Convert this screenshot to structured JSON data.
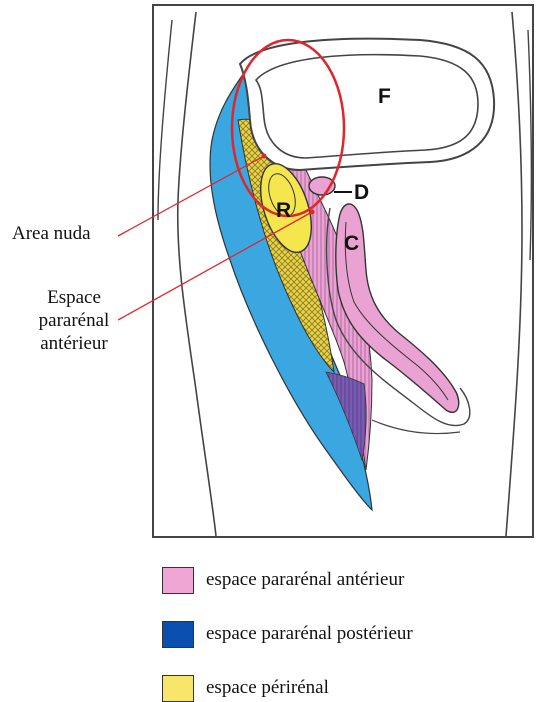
{
  "callouts": {
    "area_nuda": "Area nuda",
    "espace_line1": "Espace",
    "espace_line2": "pararénal",
    "espace_line3": "antérieur"
  },
  "organs": {
    "F": "F",
    "D": "D",
    "R": "R",
    "C": "C"
  },
  "legend": [
    {
      "label": "espace pararénal antérieur",
      "color": "#f0a6d4"
    },
    {
      "label": "espace pararénal postérieur",
      "color": "#0b4fb0"
    },
    {
      "label": "espace périrénal",
      "color": "#f8e66a"
    }
  ],
  "colors": {
    "pink": "#e9a2d2",
    "blue_light": "#3aa7e0",
    "yellow": "#f2e25a",
    "purple": "#7a5bb0",
    "red": "#e0262c",
    "outline": "#444444"
  }
}
